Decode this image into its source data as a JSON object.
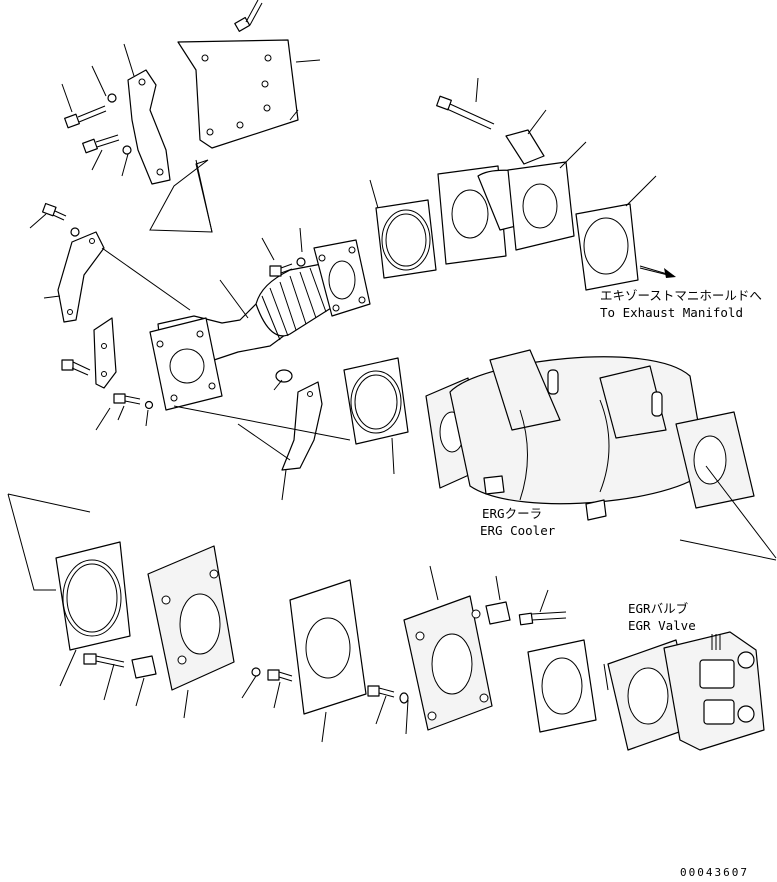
{
  "labels": {
    "exhaust_manifold_ja": "エキゾーストマニホールドへ",
    "exhaust_manifold_en": "To Exhaust Manifold",
    "egr_cooler_ja": "ERGクーラ",
    "egr_cooler_en": "ERG Cooler",
    "egr_valve_ja": "EGRバルブ",
    "egr_valve_en": "EGR Valve",
    "drawing_number": "00043607"
  }
}
